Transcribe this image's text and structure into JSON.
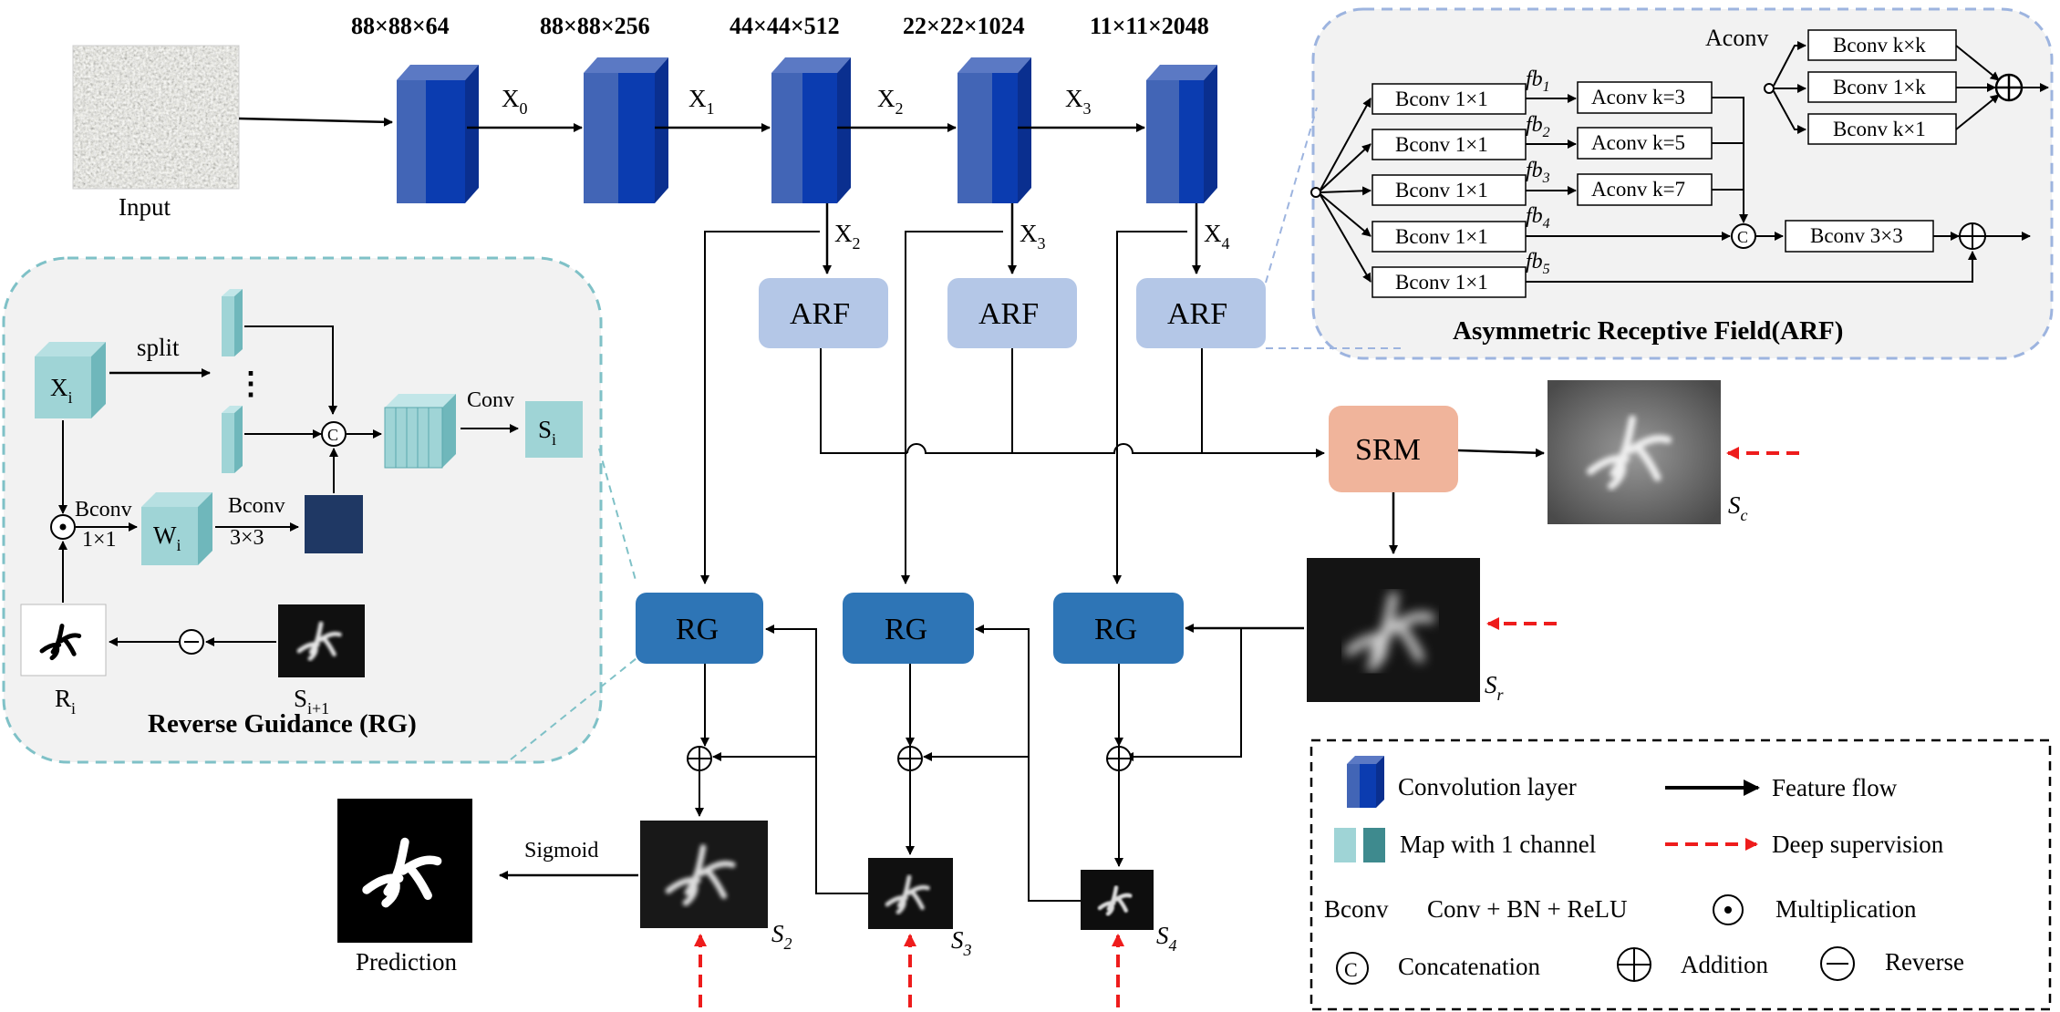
{
  "colors": {
    "conv_dark": "#163a9a",
    "conv_mid": "#2b4fa7",
    "conv_light": "#4265b6",
    "arf": "#b4c7e7",
    "srm": "#f0b49b",
    "rg": "#2e75b6",
    "map_light": "#9fd4d6",
    "map_dark": "#3e8a8e",
    "navy": "#1f3864",
    "panel_bg": "#f2f2f2",
    "rg_border": "#7fc1c7",
    "arf_border": "#9db4df",
    "supervision": "#ee1c1c"
  },
  "backbone": {
    "input_label": "Input",
    "dims": [
      "88×88×64",
      "88×88×256",
      "44×44×512",
      "22×22×1024",
      "11×11×2048"
    ],
    "flow_labels": [
      {
        "base": "X",
        "sub": "0"
      },
      {
        "base": "X",
        "sub": "1"
      },
      {
        "base": "X",
        "sub": "2"
      },
      {
        "base": "X",
        "sub": "3"
      }
    ],
    "down_labels": [
      {
        "base": "X",
        "sub": "2"
      },
      {
        "base": "X",
        "sub": "3"
      },
      {
        "base": "X",
        "sub": "4"
      }
    ]
  },
  "modules": {
    "arf": "ARF",
    "srm": "SRM",
    "rg": "RG"
  },
  "outputs": {
    "sc": {
      "base": "S",
      "sub": "c"
    },
    "sr": {
      "base": "S",
      "sub": "r"
    },
    "s2": {
      "base": "S",
      "sub": "2"
    },
    "s3": {
      "base": "S",
      "sub": "3"
    },
    "s4": {
      "base": "S",
      "sub": "4"
    },
    "sigmoid": "Sigmoid",
    "prediction": "Prediction"
  },
  "arf_panel": {
    "title": "Asymmetric Receptive Field(ARF)",
    "aconv_title": "Aconv",
    "bconv_1x1": "Bconv 1×1",
    "fb": [
      {
        "base": "fb",
        "sub": "1"
      },
      {
        "base": "fb",
        "sub": "2"
      },
      {
        "base": "fb",
        "sub": "3"
      },
      {
        "base": "fb",
        "sub": "4"
      },
      {
        "base": "fb",
        "sub": "5"
      }
    ],
    "aconv_k": [
      "Aconv k=3",
      "Aconv k=5",
      "Aconv k=7"
    ],
    "bconv_3x3": "Bconv 3×3",
    "aconv_detail": [
      "Bconv k×k",
      "Bconv 1×k",
      "Bconv k×1"
    ],
    "concat_symbol": "C"
  },
  "rg_panel": {
    "title": "Reverse Guidance (RG)",
    "split": "split",
    "dots": "⋮",
    "conv": "Conv",
    "xi": {
      "base": "X",
      "sub": "i"
    },
    "wi": {
      "base": "W",
      "sub": "i"
    },
    "si": {
      "base": "S",
      "sub": "i"
    },
    "ri": {
      "base": "R",
      "sub": "i"
    },
    "si1": {
      "base": "S",
      "sub": "i+1"
    },
    "bconv1_a": "Bconv",
    "bconv1_b": "1×1",
    "bconv3_a": "Bconv",
    "bconv3_b": "3×3",
    "concat_symbol": "C"
  },
  "legend": {
    "conv_layer": "Convolution layer",
    "feature_flow": "Feature flow",
    "map_1ch": "Map with 1 channel",
    "deep_supervision": "Deep supervision",
    "bconv_key": "Bconv",
    "bconv_val": "Conv + BN + ReLU",
    "multiplication": "Multiplication",
    "concatenation": "Concatenation",
    "addition": "Addition",
    "reverse": "Reverse",
    "concat_symbol": "C"
  }
}
